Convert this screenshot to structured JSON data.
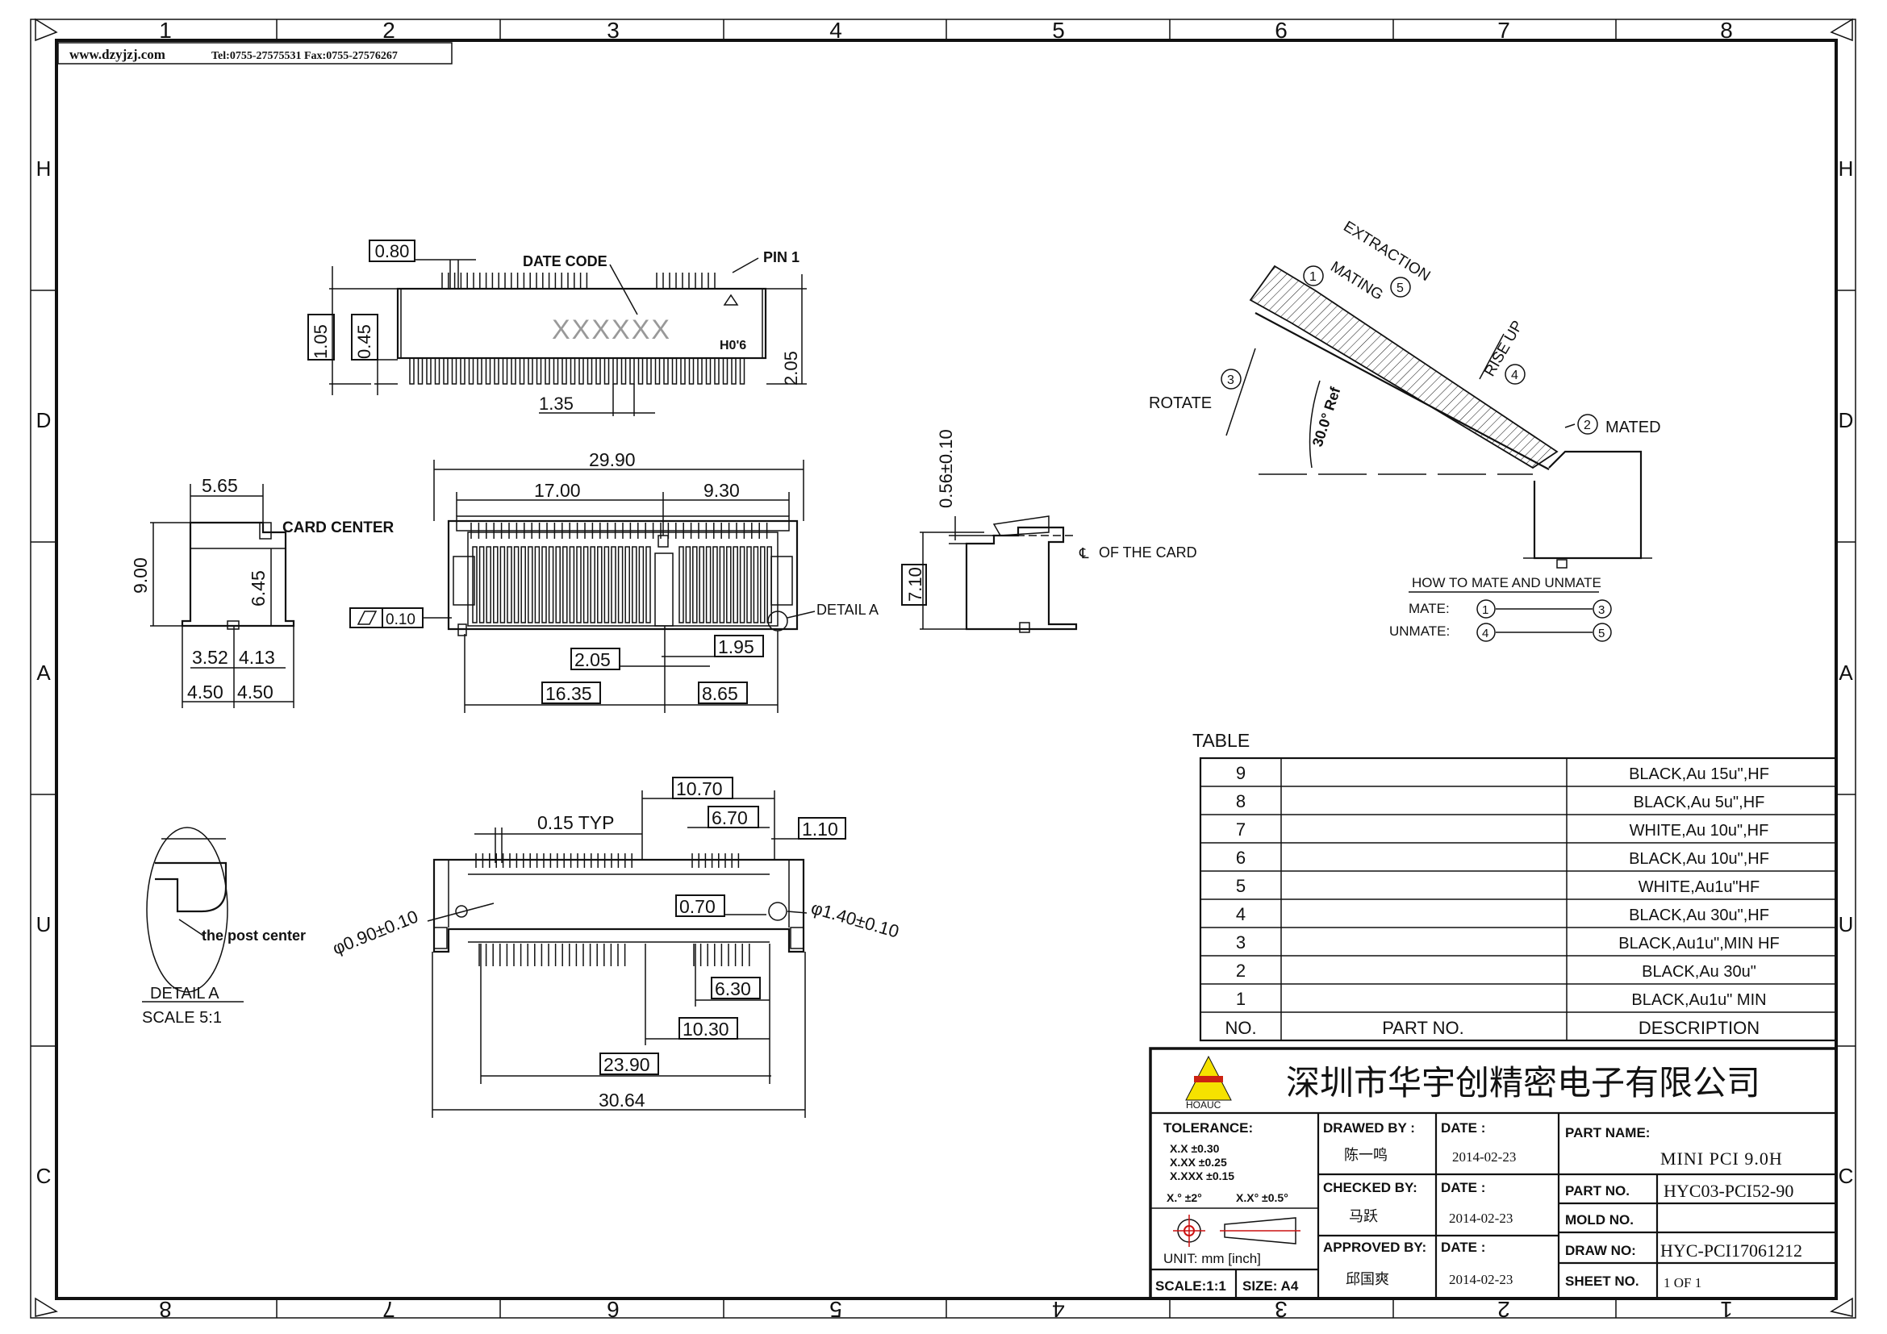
{
  "header": {
    "site": "www.dzyjzj.com",
    "contact": "Tel:0755-27575531  Fax:0755-27576267"
  },
  "frame": {
    "top_cols": [
      "1",
      "2",
      "3",
      "4",
      "5",
      "6",
      "7",
      "8"
    ],
    "bottom_cols": [
      "8",
      "7",
      "6",
      "5",
      "4",
      "3",
      "2",
      "1"
    ],
    "left_rows": [
      "H",
      "D",
      "A",
      "U",
      "C"
    ],
    "right_rows": [
      "H",
      "D",
      "A",
      "U",
      "C"
    ]
  },
  "top_view": {
    "dims": [
      "0.80",
      "1.05",
      "0.45",
      "1.35",
      "2.05"
    ],
    "date_code_label": "DATE CODE",
    "date_code": "XXXXXX",
    "pin1": "PIN 1",
    "mark": "H0'6"
  },
  "front_view": {
    "dims": {
      "overall": "29.90",
      "left": "17.00",
      "right": "9.30",
      "d205": "2.05",
      "d195": "1.95",
      "d1635": "16.35",
      "d865": "8.65"
    },
    "flatness": "0.10",
    "detail_ref": "DETAIL A"
  },
  "side_view": {
    "dims": [
      "5.65",
      "9.00",
      "6.45",
      "3.52",
      "4.13",
      "4.50",
      "4.50"
    ],
    "card_center": "CARD CENTER"
  },
  "section_view": {
    "d056": "0.56±0.10",
    "d710": "7.10",
    "cl_card": "OF THE CARD"
  },
  "mating": {
    "extraction": "EXTRACTION",
    "mating": "MATING",
    "rotate": "ROTATE",
    "rise_up": "RISE UP",
    "mated": "MATED",
    "angle": "30.0° Ref",
    "n1": "1",
    "n2": "2",
    "n3": "3",
    "n4": "4",
    "n5": "5",
    "how_to": "HOW TO MATE AND UNMATE",
    "mate": "MATE:",
    "unmate": "UNMATE:"
  },
  "bottom_view": {
    "dims": {
      "d1070": "10.70",
      "d015": "0.15 TYP",
      "d670": "6.70",
      "d110": "1.10",
      "d070": "0.70",
      "d630": "6.30",
      "d1030": "10.30",
      "d2390": "23.90",
      "d3064": "30.64"
    },
    "hole_small": "φ0.90±0.10",
    "hole_large": "φ1.40±0.10"
  },
  "detail_a": {
    "post_center": "the post center",
    "title": "DETAIL A",
    "scale": "SCALE 5:1"
  },
  "table": {
    "title": "TABLE",
    "rows": [
      {
        "no": "9",
        "part": "",
        "desc": "BLACK,Au 15u\",HF"
      },
      {
        "no": "8",
        "part": "",
        "desc": "BLACK,Au 5u\",HF"
      },
      {
        "no": "7",
        "part": "",
        "desc": "WHITE,Au 10u\",HF"
      },
      {
        "no": "6",
        "part": "",
        "desc": "BLACK,Au 10u\",HF"
      },
      {
        "no": "5",
        "part": "",
        "desc": "WHITE,Au1u\"HF"
      },
      {
        "no": "4",
        "part": "",
        "desc": "BLACK,Au 30u\",HF"
      },
      {
        "no": "3",
        "part": "",
        "desc": "BLACK,Au1u\",MIN HF"
      },
      {
        "no": "2",
        "part": "",
        "desc": "BLACK,Au 30u\""
      },
      {
        "no": "1",
        "part": "",
        "desc": "BLACK,Au1u\" MIN"
      }
    ],
    "headers": {
      "no": "NO.",
      "part": "PART NO.",
      "desc": "DESCRIPTION"
    }
  },
  "title_block": {
    "company": "深圳市华宇创精密电子有限公司",
    "logo_text": "HOAUC",
    "tolerance": "TOLERANCE:",
    "tol_lines": [
      "X.X    ±0.30",
      "X.XX   ±0.25",
      "X.XXX  ±0.15"
    ],
    "ang1": "X.° ±2°",
    "ang2": "X.X° ±0.5°",
    "unit": "UNIT:  mm  [inch]",
    "scale": "SCALE:1:1",
    "size": "SIZE: A4",
    "drawn_by": "DRAWED BY :",
    "drawn_name": "陈一鸣",
    "checked_by": "CHECKED BY:",
    "checked_name": "马跃",
    "approved_by": "APPROVED BY:",
    "approved_name": "邱国爽",
    "date_label": "DATE :",
    "date1": "2014-02-23",
    "date2": "2014-02-23",
    "date3": "2014-02-23",
    "part_name_label": "PART NAME:",
    "part_name": "MINI PCI 9.0H",
    "part_no_label": "PART NO.",
    "part_no": "HYC03-PCI52-90",
    "mold_no_label": "MOLD NO.",
    "mold_no": "",
    "draw_no_label": "DRAW NO:",
    "draw_no": "HYC-PCI17061212",
    "sheet_label": "SHEET NO.",
    "sheet": "1 OF 1"
  }
}
